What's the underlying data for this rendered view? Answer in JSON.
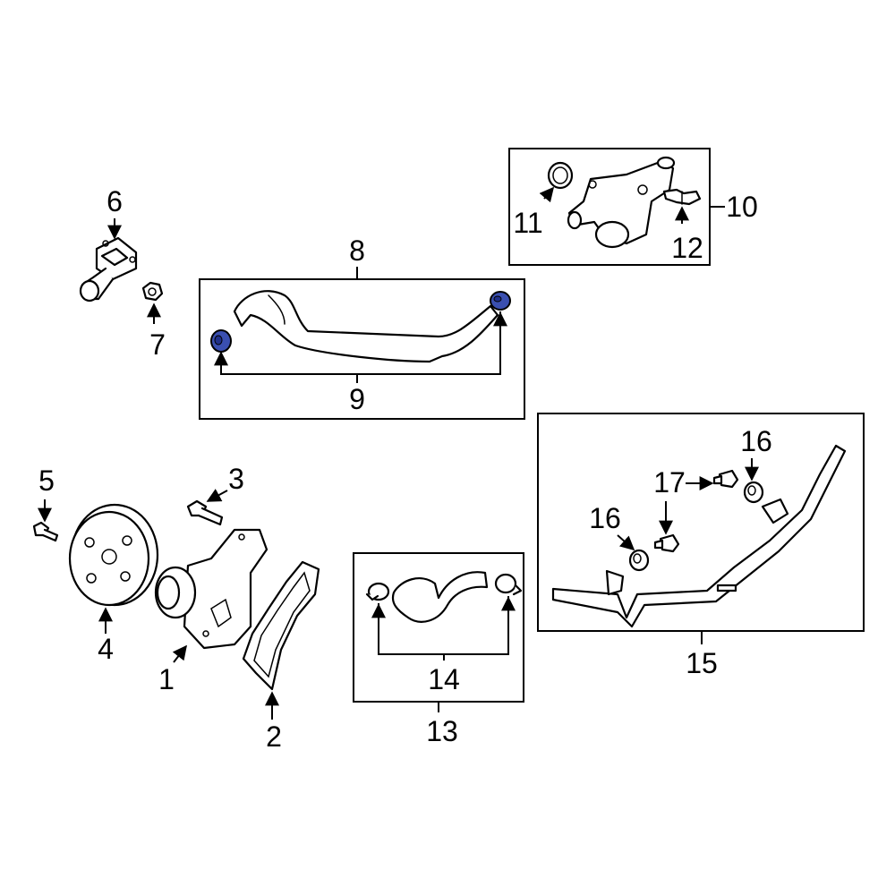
{
  "colors": {
    "highlight": "#3a4fb0",
    "line": "#000000",
    "background": "#ffffff"
  },
  "callouts": {
    "c1": "1",
    "c2": "2",
    "c3": "3",
    "c4": "4",
    "c5": "5",
    "c6": "6",
    "c7": "7",
    "c8": "8",
    "c9": "9",
    "c10": "10",
    "c11": "11",
    "c12": "12",
    "c13": "13",
    "c14": "14",
    "c15": "15",
    "c16a": "16",
    "c16b": "16",
    "c17": "17"
  }
}
